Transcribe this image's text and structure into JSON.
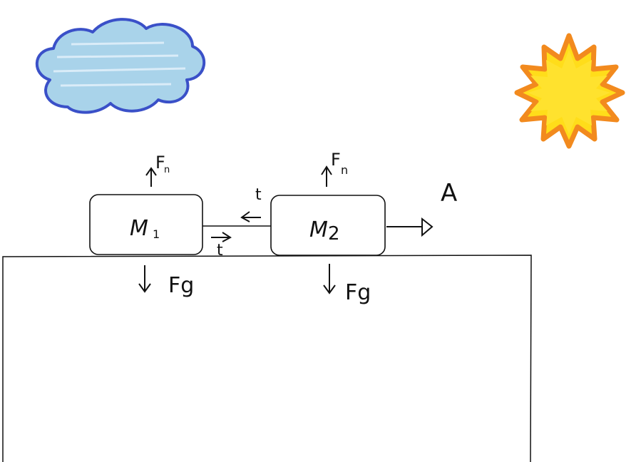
{
  "colors": {
    "ink": "#111111",
    "cloud_fill": "#a9d3ea",
    "cloud_outline": "#3a50c8",
    "sun_fill": "#ffdd1a",
    "sun_outline": "#f28a1e",
    "block_fill": "#ffffff"
  },
  "icons": {
    "cloud": "cloud-icon",
    "sun": "sun-icon"
  },
  "blocks": [
    {
      "label": "M",
      "subscript": "1",
      "forces": {
        "normal": "F",
        "normal_sub": "n",
        "gravity": "Fg"
      }
    },
    {
      "label": "M",
      "subscript": "2",
      "forces": {
        "normal": "F",
        "normal_sub": "n",
        "gravity": "Fg"
      }
    }
  ],
  "tension": {
    "on_m1_label": "t",
    "on_m2_label": "t"
  },
  "applied_force": {
    "label": "A"
  }
}
